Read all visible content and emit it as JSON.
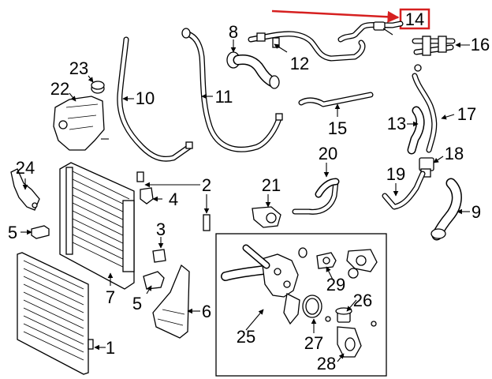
{
  "callouts": {
    "c1": "1",
    "c2": "2",
    "c3": "3",
    "c4": "4",
    "c5a": "5",
    "c5b": "5",
    "c6": "6",
    "c7": "7",
    "c8": "8",
    "c9": "9",
    "c10": "10",
    "c11": "11",
    "c12": "12",
    "c13": "13",
    "c14": "14",
    "c15": "15",
    "c16": "16",
    "c17": "17",
    "c18": "18",
    "c19": "19",
    "c20": "20",
    "c21": "21",
    "c22": "22",
    "c23": "23",
    "c24": "24",
    "c25": "25",
    "c26": "26",
    "c27": "27",
    "c28": "28",
    "c29": "29"
  },
  "highlight": {
    "target": "14",
    "color": "#d62020"
  }
}
